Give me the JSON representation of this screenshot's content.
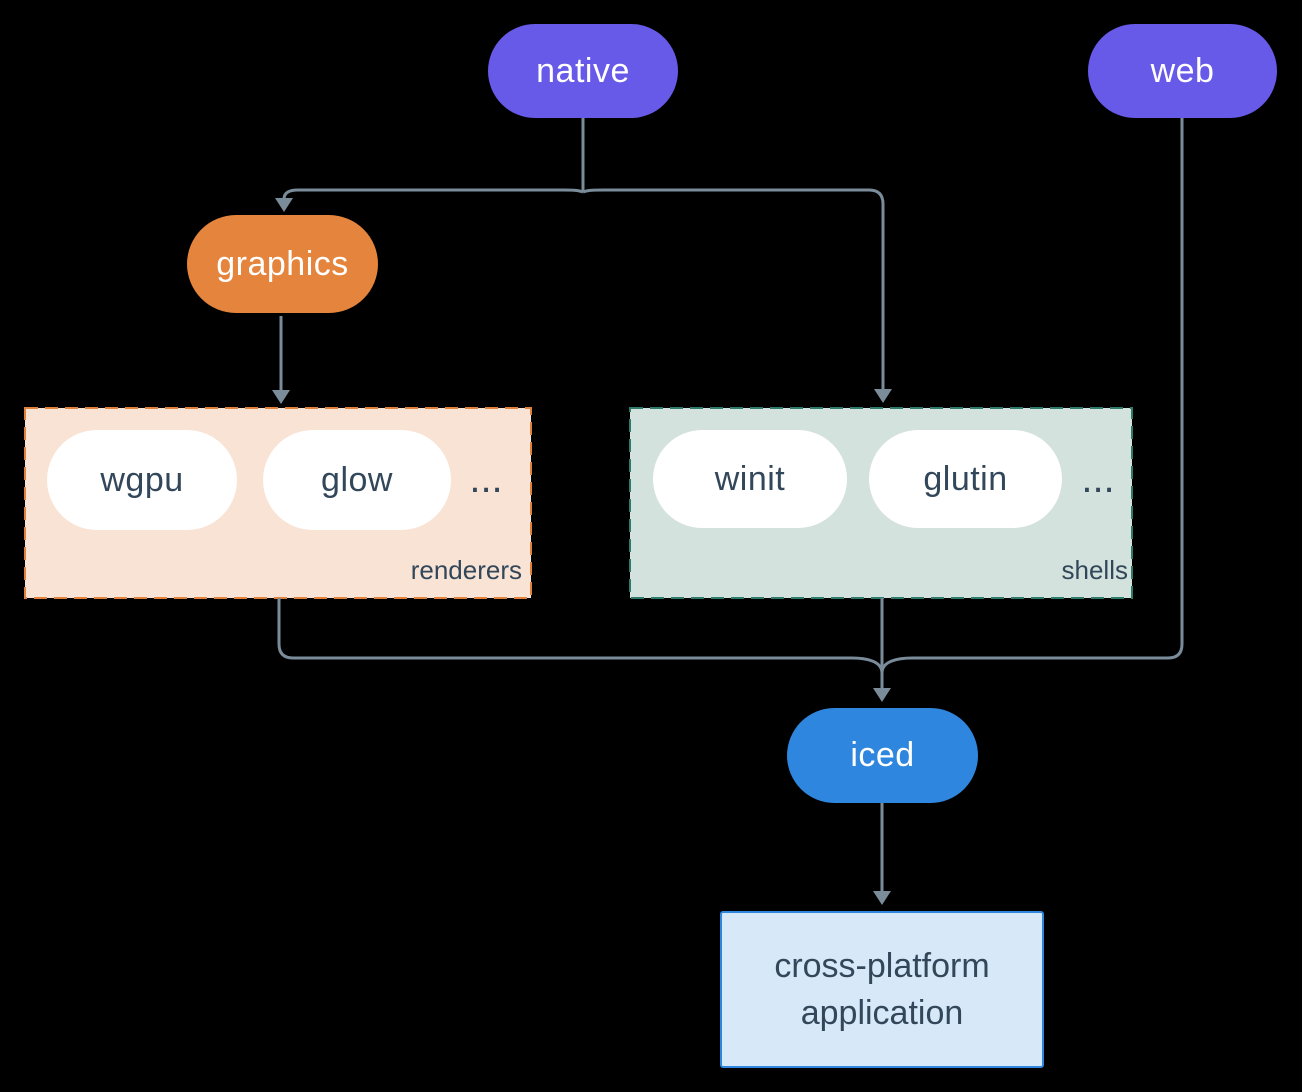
{
  "diagram": {
    "nodes": {
      "native": {
        "label": "native"
      },
      "web": {
        "label": "web"
      },
      "graphics": {
        "label": "graphics"
      },
      "iced": {
        "label": "iced"
      },
      "app": {
        "line1": "cross-platform",
        "line2": "application"
      }
    },
    "groups": {
      "renderers": {
        "label": "renderers",
        "ellipsis": "...",
        "items": [
          {
            "label": "wgpu"
          },
          {
            "label": "glow"
          }
        ]
      },
      "shells": {
        "label": "shells",
        "ellipsis": "...",
        "items": [
          {
            "label": "winit"
          },
          {
            "label": "glutin"
          }
        ]
      }
    },
    "edges": [
      {
        "from": "native",
        "to": "graphics"
      },
      {
        "from": "native",
        "to": "shells"
      },
      {
        "from": "graphics",
        "to": "renderers"
      },
      {
        "from": "renderers",
        "to": "iced"
      },
      {
        "from": "shells",
        "to": "iced"
      },
      {
        "from": "web",
        "to": "iced"
      },
      {
        "from": "iced",
        "to": "app"
      }
    ],
    "colors": {
      "background": "#000000",
      "line": "#7A8B9A",
      "node_text_light": "#FFFFFF",
      "node_text_dark": "#33475B",
      "purple": "#675AE9",
      "orange": "#E5843C",
      "blue": "#2E86DE",
      "renderers_fill": "#F9E3D4",
      "renderers_border": "#E0823B",
      "shells_fill": "#D3E2DC",
      "shells_border": "#2E7A6B",
      "app_fill": "#D7E8F9",
      "app_border": "#2E86DE"
    }
  }
}
